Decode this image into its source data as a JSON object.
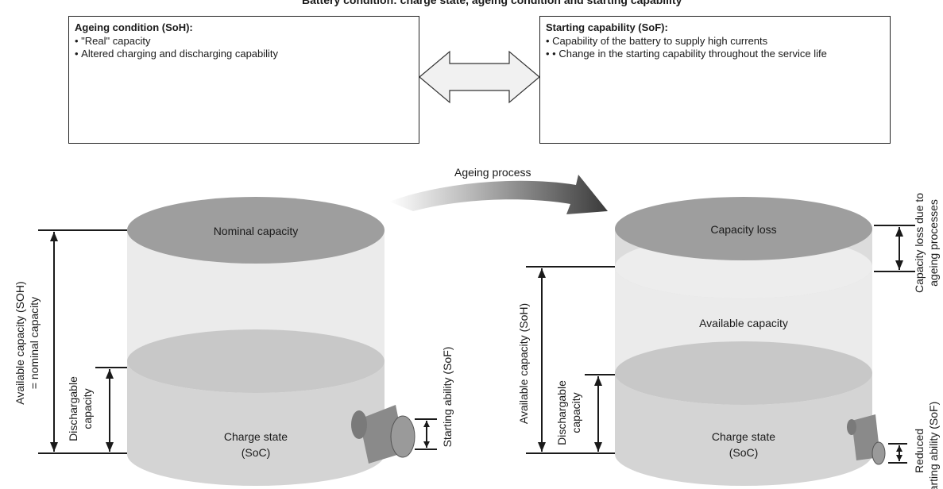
{
  "header": {
    "title": "Battery condition: charge state, ageing condition and starting capability"
  },
  "soh_box": {
    "title": "Ageing condition (SoH):",
    "items": [
      "\"Real\" capacity",
      "Altered charging and discharging capability"
    ]
  },
  "sof_box": {
    "title": "Starting capability (SoF):",
    "items": [
      "Capability of the battery to supply high currents",
      "• Change in the starting capability throughout the service life"
    ]
  },
  "ageing_arrow": {
    "label": "Ageing process"
  },
  "left_battery": {
    "top_label": "Nominal capacity",
    "charge_label_1": "Charge state",
    "charge_label_2": "(SoC)",
    "available_label_1": "Available capacity (SOH)",
    "available_label_2": "= nominal capacity",
    "discharge_label_1": "Dischargable",
    "discharge_label_2": "capacity",
    "starting_label": "Starting ability (SoF)"
  },
  "right_battery": {
    "top_label": "Capacity loss",
    "middle_label": "Available capacity",
    "charge_label_1": "Charge state",
    "charge_label_2": "(SoC)",
    "available_label": "Available capacity (SoH)",
    "discharge_label_1": "Dischargable",
    "discharge_label_2": "capacity",
    "loss_label_1": "Capacity loss due to",
    "loss_label_2": "ageing processes",
    "reduced_label_1": "Reduced",
    "reduced_label_2": "starting ability (SoF)"
  }
}
